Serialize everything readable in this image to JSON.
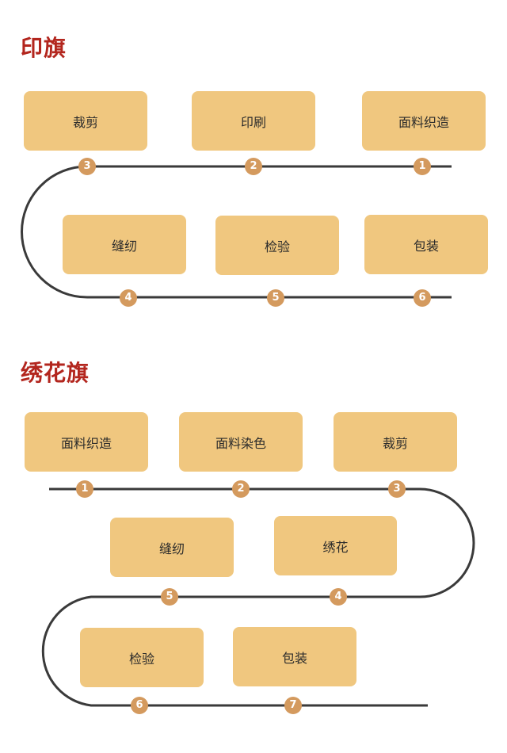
{
  "sections": [
    {
      "title": "印旗",
      "steps": [
        {
          "number": "1",
          "label": "面料织造"
        },
        {
          "number": "2",
          "label": "印刷"
        },
        {
          "number": "3",
          "label": "裁剪"
        },
        {
          "number": "4",
          "label": "缝纫"
        },
        {
          "number": "5",
          "label": "检验"
        },
        {
          "number": "6",
          "label": "包装"
        }
      ]
    },
    {
      "title": "绣花旗",
      "steps": [
        {
          "number": "1",
          "label": "面料织造"
        },
        {
          "number": "2",
          "label": "面料染色"
        },
        {
          "number": "3",
          "label": "裁剪"
        },
        {
          "number": "4",
          "label": "绣花"
        },
        {
          "number": "5",
          "label": "缝纫"
        },
        {
          "number": "6",
          "label": "检验"
        },
        {
          "number": "7",
          "label": "包装"
        }
      ]
    }
  ],
  "colors": {
    "title": "#b3261e",
    "box": "#f0c77f",
    "badge": "#d49a5e",
    "line": "#3a3a3a"
  }
}
